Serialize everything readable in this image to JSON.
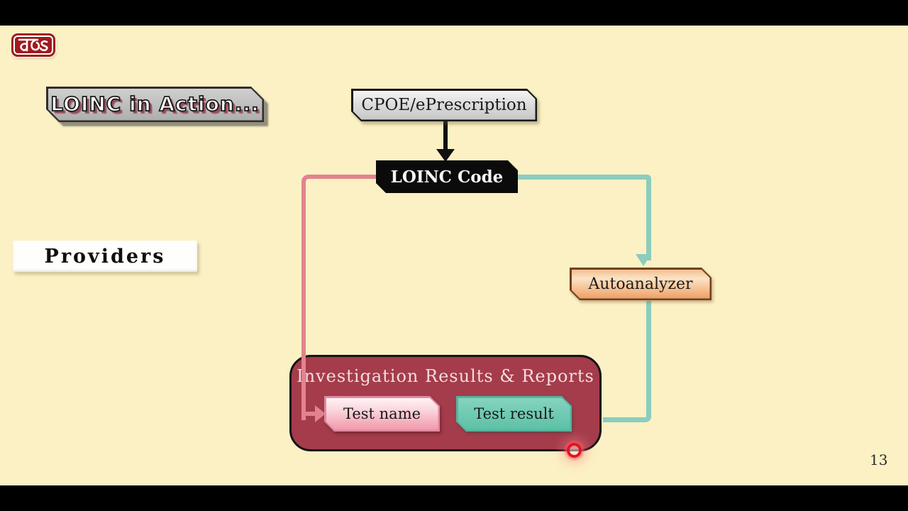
{
  "slide": {
    "title": "LOINC in Action...",
    "page_number": "13",
    "background_color": "#FBF1C4",
    "letterbox_color": "#000000"
  },
  "logo": {
    "name": "institution-logo",
    "shape": "maroon-rounded-rect-with-white-script",
    "color": "#9E1B1F"
  },
  "nodes": {
    "cpoe": {
      "label": "CPOE/ePrescription"
    },
    "loinc": {
      "label": "LOINC Code"
    },
    "providers": {
      "label": "Providers"
    },
    "autoanalyzer": {
      "label": "Autoanalyzer"
    },
    "results_panel": {
      "title": "Investigation Results & Reports",
      "test_name": {
        "label": "Test name"
      },
      "test_result": {
        "label": "Test result"
      }
    }
  },
  "connectors": {
    "cpoe_to_loinc": {
      "color": "#111111",
      "style": "arrow-down"
    },
    "loinc_to_test_name": {
      "color": "#E2838E",
      "style": "elbow-left-down-arrow-right"
    },
    "loinc_to_autoanalyzer": {
      "color": "#8BCDBE",
      "style": "elbow-right-down-arrow-down"
    },
    "autoanalyzer_to_test_result": {
      "color": "#8BCDBE",
      "style": "elbow-down-left"
    }
  },
  "pointer": {
    "name": "laser-pointer-dot",
    "color": "#E4131F"
  },
  "colors": {
    "results_panel_fill": "#A43C4B",
    "test_name_fill": "#F3A6B4",
    "test_result_fill": "#6EC9B2",
    "autoanalyzer_fill": "#F6C294",
    "gray_box_fill": "#C6C6C6",
    "loinc_box_fill": "#0B0B0B"
  }
}
